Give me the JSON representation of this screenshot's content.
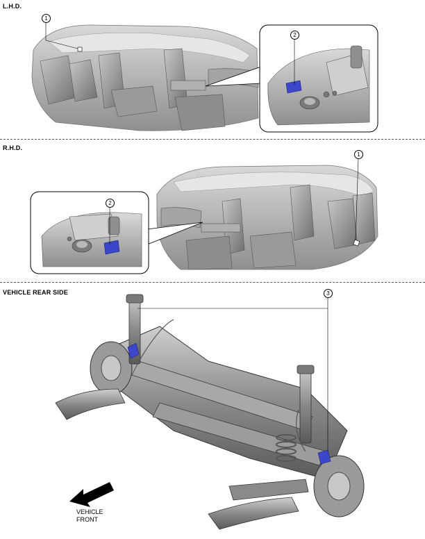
{
  "sections": {
    "lhd": "L.H.D.",
    "rhd": "R.H.D.",
    "rear": "VEHICLE REAR SIDE"
  },
  "callouts": {
    "one": "1",
    "two": "2",
    "three": "3"
  },
  "vehicle_front": {
    "line1": "VEHICLE",
    "line2": "FRONT"
  },
  "colors": {
    "highlight": "#3b46c8",
    "body_gray": "#b9b9b9",
    "dark_gray": "#6d6d6d"
  }
}
